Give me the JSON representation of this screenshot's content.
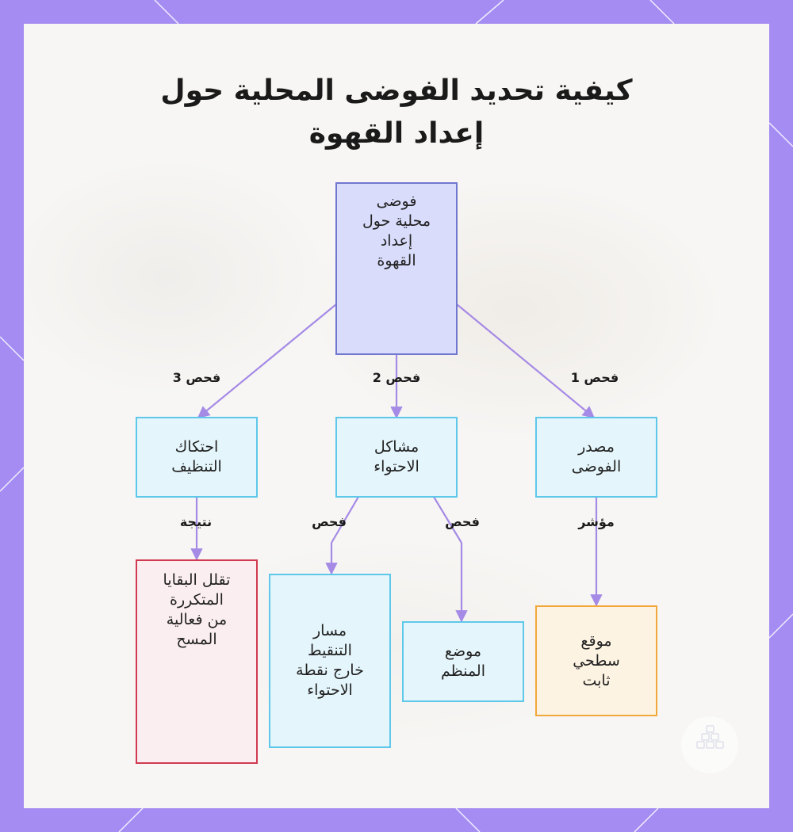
{
  "title": {
    "line1": "كيفية تحديد الفوضى المحلية حول",
    "line2": "إعداد القهوة"
  },
  "nodes": {
    "root": "فوضى\nمحلية حول\nإعداد\nالقهوة",
    "source": "مصدر\nالفوضى",
    "containment": "مشاكل\nالاحتواء",
    "cleaning": "احتكاك\nالتنظيف",
    "surface": "موقع\nسطحي\nثابت",
    "organizer": "موضع\nالمنظم",
    "drip": "مسار\nالتنقيط\nخارج نقطة\nالاحتواء",
    "residue": "تقلل البقايا\nالمتكررة\nمن فعالية\nالمسح"
  },
  "edges": {
    "check1": "فحص 1",
    "check2": "فحص 2",
    "check3": "فحص 3",
    "indicator": "مؤشر",
    "check_a": "فحص",
    "check_b": "فحص",
    "result": "نتيجة"
  },
  "colors": {
    "frame": "#a48cf2",
    "connector": "#a58ae6",
    "root_fill": "#d9dcfb",
    "root_border": "#7177cf",
    "mid_border": "#5ec8ea",
    "red_border": "#d0394f",
    "orange_border": "#f2a73a"
  }
}
